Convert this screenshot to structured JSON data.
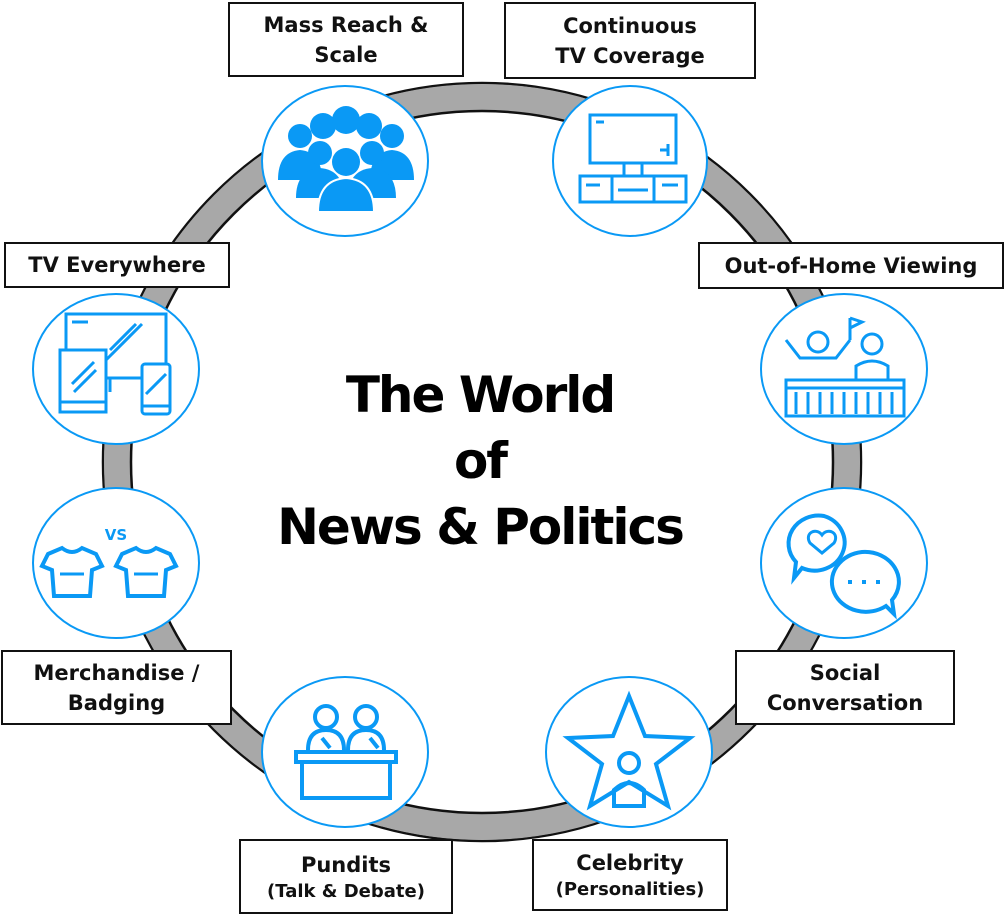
{
  "title": [
    "The World",
    "of",
    "News & Politics"
  ],
  "colors": {
    "accent": "#0a99f5",
    "ring": "#a8a8a8",
    "outline": "#111111"
  },
  "nodes": [
    {
      "id": "mass-reach",
      "icon": "crowd-icon",
      "label": [
        "Mass Reach &",
        "Scale"
      ],
      "sub": ""
    },
    {
      "id": "continuous-tv",
      "icon": "tv-unit-icon",
      "label": [
        "Continuous",
        "TV Coverage"
      ],
      "sub": ""
    },
    {
      "id": "out-of-home",
      "icon": "stadium-fans-icon",
      "label": [
        "Out-of-Home Viewing"
      ],
      "sub": ""
    },
    {
      "id": "social",
      "icon": "chat-bubbles-icon",
      "label": [
        "Social",
        "Conversation"
      ],
      "sub": ""
    },
    {
      "id": "celebrity",
      "icon": "star-person-icon",
      "label": [
        "Celebrity"
      ],
      "sub": "(Personalities)"
    },
    {
      "id": "pundits",
      "icon": "debate-desk-icon",
      "label": [
        "Pundits"
      ],
      "sub": "(Talk & Debate)"
    },
    {
      "id": "merchandise",
      "icon": "team-shirts-icon",
      "label": [
        "Merchandise /",
        "Badging"
      ],
      "sub": ""
    },
    {
      "id": "tv-everywhere",
      "icon": "multi-device-icon",
      "label": [
        "TV Everywhere"
      ],
      "sub": ""
    }
  ],
  "vs_text": "VS"
}
